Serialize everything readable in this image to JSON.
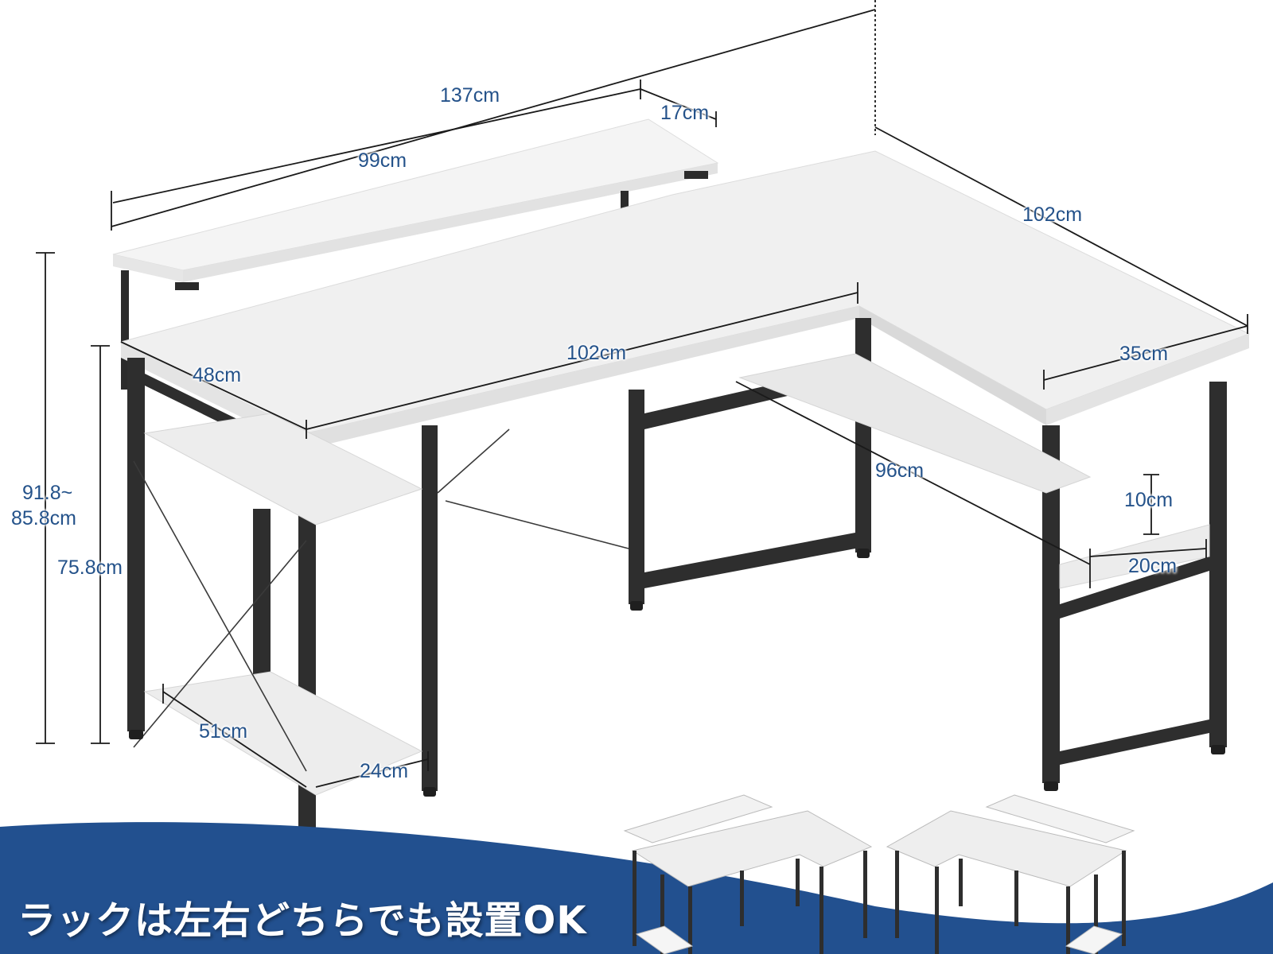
{
  "diagram": {
    "subject": "L-shaped desk with monitor shelf and side rack",
    "colors": {
      "label_text": "#24528a",
      "banner": "#22508f",
      "frame": "#2b2b2b",
      "surface": "#f2f2f2",
      "dimension_line": "#1a1a1a"
    },
    "dimensions": {
      "overall_width": "137cm",
      "monitor_shelf_width": "99cm",
      "monitor_shelf_depth": "17cm",
      "side_length": "102cm",
      "front_width": "102cm",
      "desk_depth": "48cm",
      "side_depth": "35cm",
      "inner_side_length": "96cm",
      "shelf_gap": "10cm",
      "shelf_depth": "20cm",
      "height_with_shelf_line1": "91.8~",
      "height_with_shelf_line2": "85.8cm",
      "desk_height": "75.8cm",
      "rack_width": "51cm",
      "rack_depth": "24cm"
    },
    "caption": "ラックは左右どちらでも設置OK",
    "variants": [
      {
        "label": "rack-left-variant"
      },
      {
        "label": "rack-right-variant"
      }
    ]
  }
}
